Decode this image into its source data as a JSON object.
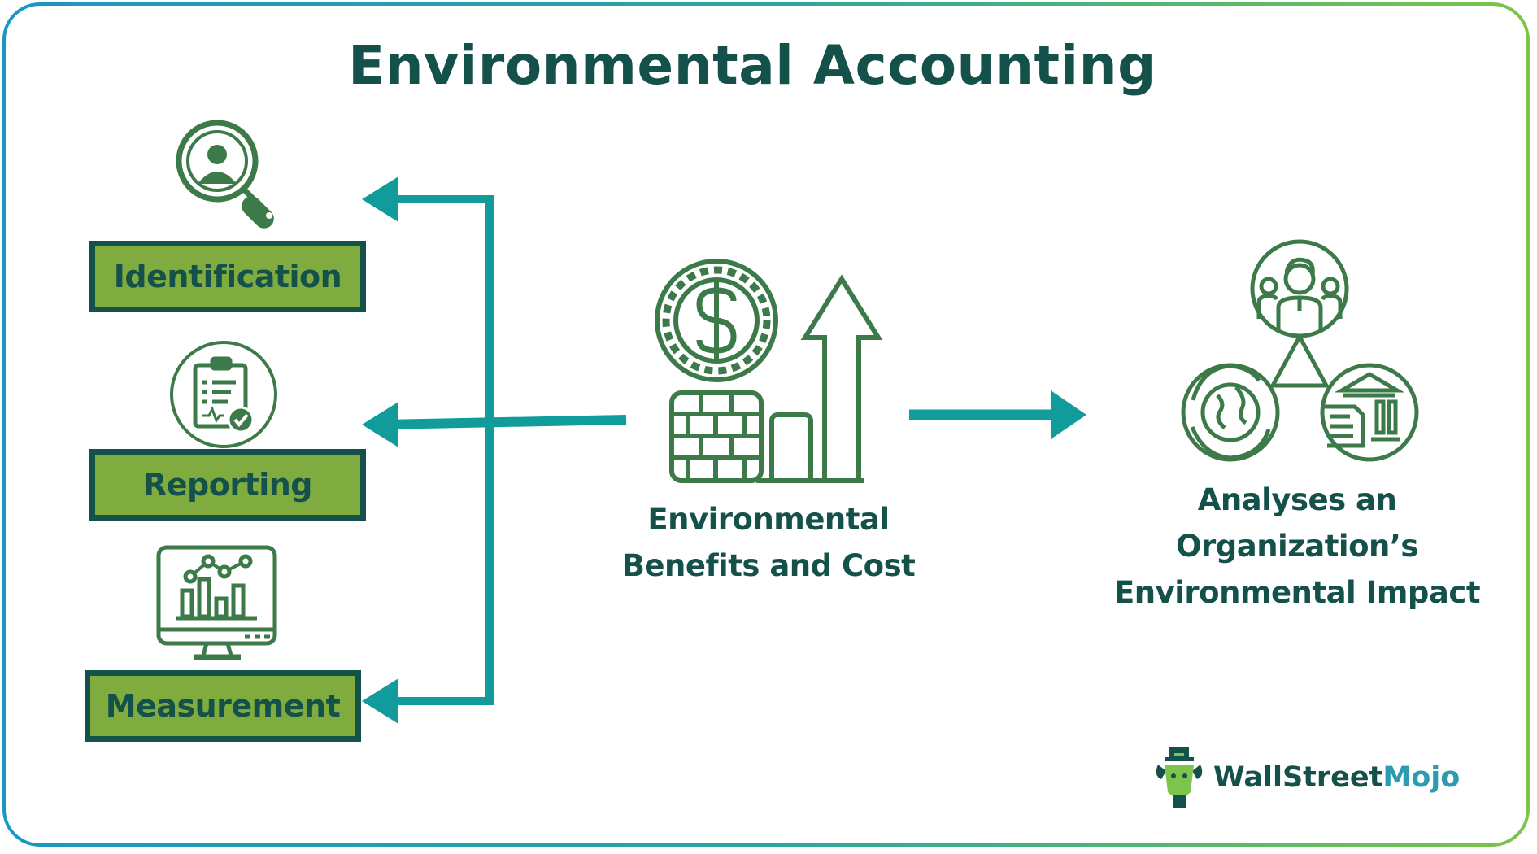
{
  "title": "Environmental Accounting",
  "left_items": [
    {
      "label": "Identification",
      "icon": "magnifier-person-icon"
    },
    {
      "label": "Reporting",
      "icon": "clipboard-checklist-icon"
    },
    {
      "label": "Measurement",
      "icon": "monitor-chart-icon"
    }
  ],
  "center": {
    "line1": "Environmental",
    "line2": "Benefits and Cost",
    "icon": "coin-wallet-growth-icon"
  },
  "right": {
    "line1": "Analyses an",
    "line2": "Organization’s",
    "line3": "Environmental Impact",
    "icon": "people-earth-bank-triangle-icon"
  },
  "brand": {
    "part1": "WallStreet",
    "part2": "Mojo"
  },
  "colors": {
    "dark_green": "#14514a",
    "label_green": "#7fab3f",
    "icon_green": "#3d7a4a",
    "teal": "#129b9b",
    "frame_gradient": [
      "#1c96c2",
      "#7cc44a"
    ]
  }
}
